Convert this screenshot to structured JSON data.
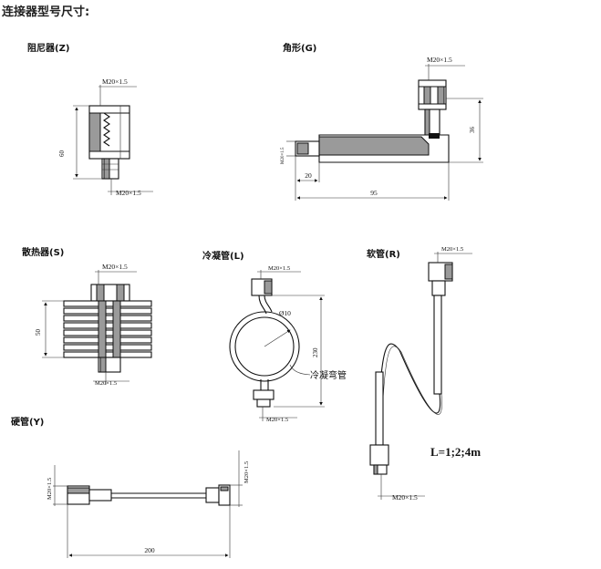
{
  "title": "连接器型号尺寸:",
  "parts": {
    "z": {
      "label": "阻尼器(Z)",
      "thread_top": "M20×1.5",
      "height": "60",
      "thread_bottom": "M20×1.5"
    },
    "g": {
      "label": "角形(G)",
      "thread_top": "M20×1.5",
      "height": "36",
      "thread_side": "M20×1.5",
      "step": "20",
      "length": "95"
    },
    "s": {
      "label": "散热器(S)",
      "thread_top": "M20×1.5",
      "height": "50",
      "thread_bottom": "M20×1.5"
    },
    "l": {
      "label": "冷凝管(L)",
      "thread_top": "M20×1.5",
      "diameter": "Ø10",
      "height": "230",
      "note": "冷凝弯管",
      "thread_bottom": "M20×1.5"
    },
    "r": {
      "label": "软管(R)",
      "thread_top": "M20×1.5",
      "length_options": "L=1;2;4m",
      "thread_bottom": "M20×1.5"
    },
    "y": {
      "label": "硬管(Y)",
      "thread_left": "M20×1.5",
      "thread_right": "M20×1.5",
      "length": "200"
    }
  }
}
